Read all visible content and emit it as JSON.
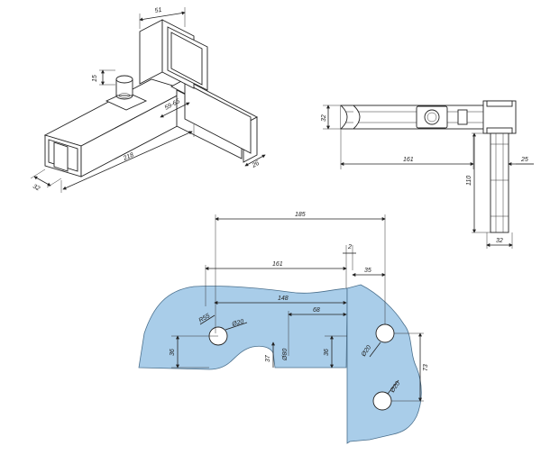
{
  "iso_view": {
    "dims": [
      "51",
      "15",
      "59-65",
      "218",
      "32",
      "26"
    ]
  },
  "side_view": {
    "dims": [
      "32",
      "161",
      "110",
      "25",
      "32"
    ]
  },
  "plan_view": {
    "dims": [
      "185",
      "2",
      "161",
      "35",
      "148",
      "68",
      "R55",
      "Ø20",
      "36",
      "37",
      "Ø80",
      "36",
      "Ø20",
      "73",
      "Ø20"
    ]
  },
  "colors": {
    "glass": "#a9cde9",
    "line": "#222222"
  }
}
